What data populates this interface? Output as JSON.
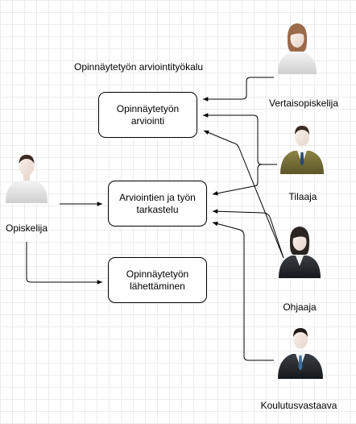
{
  "diagram": {
    "title": "Opinnäytetyön arviointityökalu",
    "boxes": {
      "arviointi": "Opinnäytetyön\narviointi",
      "tarkastelu": "Arviointien ja työn\ntarkastelu",
      "lahettaminen": "Opinnäytetyön\nlähettäminen"
    },
    "actors": {
      "opiskelija": "Opiskelija",
      "vertaisopiskelija": "Vertaisopiskelija",
      "tilaaja": "Tilaaja",
      "ohjaaja": "Ohjaaja",
      "koulutusvastaava": "Koulutusvastaava"
    }
  },
  "colors": {
    "grid": "#ececec",
    "skin": "#f3e8e2",
    "hair_female": "#9a6a4a",
    "hair_male": "#3b2a20",
    "hair_ohjaaja": "#2a2522",
    "shirt_white": "#e9e9e9",
    "suit_olive": "#7c7438",
    "suit_dark": "#23272b",
    "tie_blue": "#3d6e9c"
  }
}
